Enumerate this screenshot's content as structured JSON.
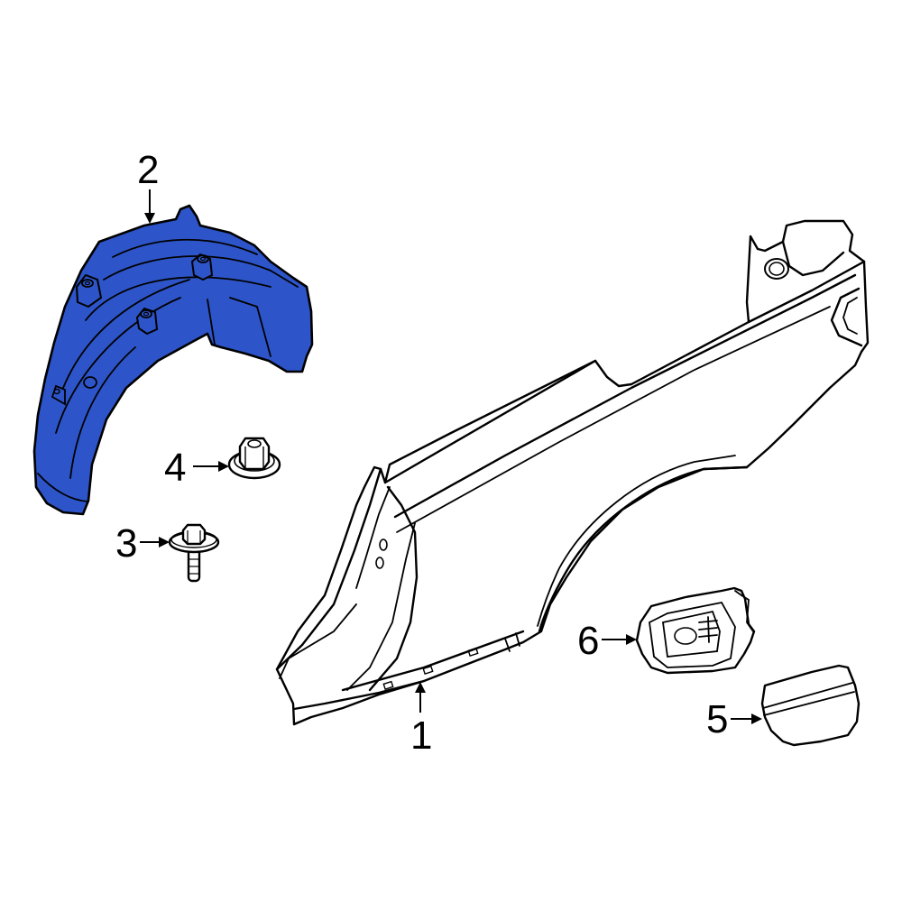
{
  "diagram": {
    "type": "exploded parts diagram",
    "highlight_color": "#2D55C9",
    "outline_color": "#000000",
    "background": "#ffffff",
    "callouts": [
      {
        "number": "1",
        "part": "quarter-panel",
        "highlighted": false
      },
      {
        "number": "2",
        "part": "wheel-well-liner",
        "highlighted": true
      },
      {
        "number": "3",
        "part": "bolt",
        "highlighted": false
      },
      {
        "number": "4",
        "part": "nut",
        "highlighted": false
      },
      {
        "number": "5",
        "part": "fuel-door",
        "highlighted": false
      },
      {
        "number": "6",
        "part": "fuel-housing",
        "highlighted": false
      }
    ]
  }
}
